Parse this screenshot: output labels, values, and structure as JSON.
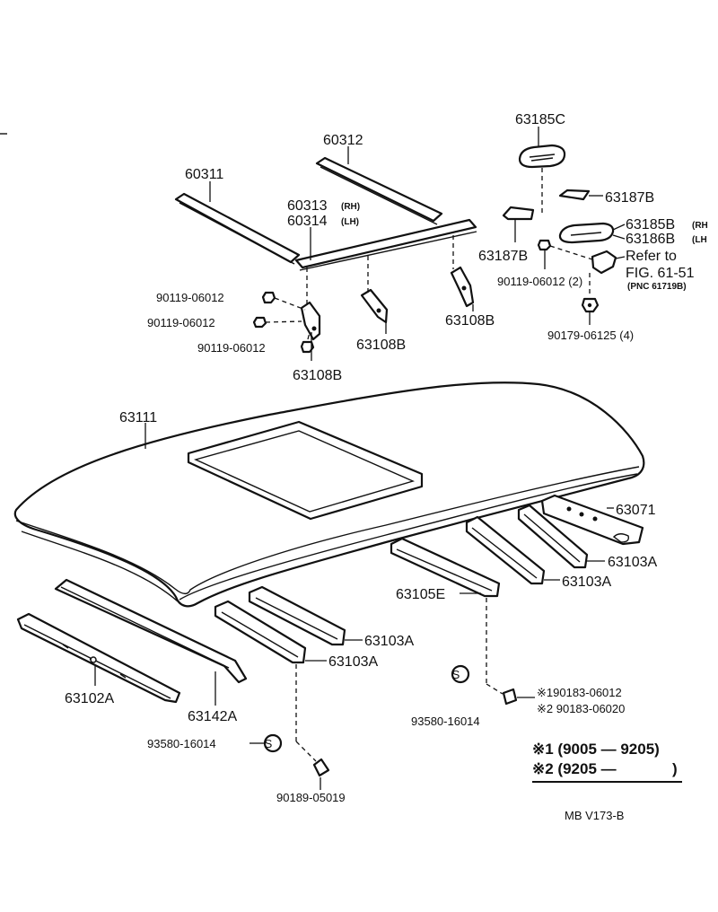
{
  "labels": {
    "p63185C": "63185C",
    "p60312": "60312",
    "p60311": "60311",
    "p60313": "60313",
    "rh1": "(RH)",
    "p60314": "60314",
    "lh1": "(LH)",
    "p63187B_a": "63187B",
    "p63185B": "63185B",
    "rh2": "(RH",
    "p63186B": "63186B",
    "lh2": "(LH",
    "p63187B_b": "63187B",
    "refer": "Refer to",
    "fig": "FIG. 61-51",
    "pnc": "(PNC 61719B)",
    "b1": "90119-06012",
    "b2": "90119-06012",
    "b3": "90119-06012",
    "b4": "90119-06012 (2)",
    "nut": "90179-06125 (4)",
    "p63108B_a": "63108B",
    "p63108B_b": "63108B",
    "p63108B_c": "63108B",
    "p63111": "63111",
    "p63071": "63071",
    "p63103A_a": "63103A",
    "p63103A_b": "63103A",
    "p63103A_c": "63103A",
    "p63103A_d": "63103A",
    "p63105E": "63105E",
    "p63102A": "63102A",
    "p63142A": "63142A",
    "seal_r": "93580-16014",
    "seal_l": "93580-16014",
    "clip1": "※190183-06012",
    "clip2": "※2 90183-06020",
    "clip3": "90189-05019",
    "note1": "※1 (9005 — 9205)",
    "note2": "※2 (9205 —",
    "note2_close": ")",
    "drawing_no": "MB V173-B",
    "seal_symbol": "S"
  }
}
